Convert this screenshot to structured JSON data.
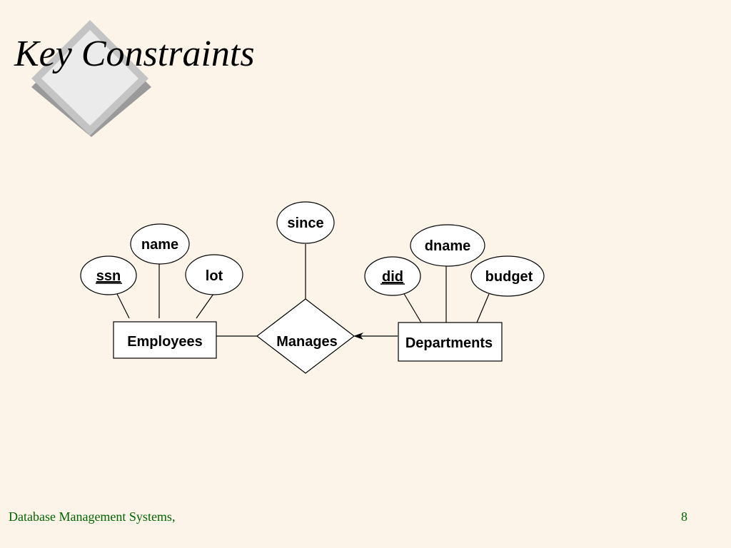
{
  "slide": {
    "title": "Key Constraints",
    "footer": "Database Management Systems,",
    "page_number": "8",
    "accent_color": "#006400"
  },
  "diagram": {
    "entities": {
      "employees": "Employees",
      "departments": "Departments"
    },
    "relationship": "Manages",
    "attributes": {
      "ssn": "ssn",
      "name": "name",
      "lot": "lot",
      "since": "since",
      "did": "did",
      "dname": "dname",
      "budget": "budget"
    },
    "key_attributes": [
      "ssn",
      "did"
    ]
  }
}
